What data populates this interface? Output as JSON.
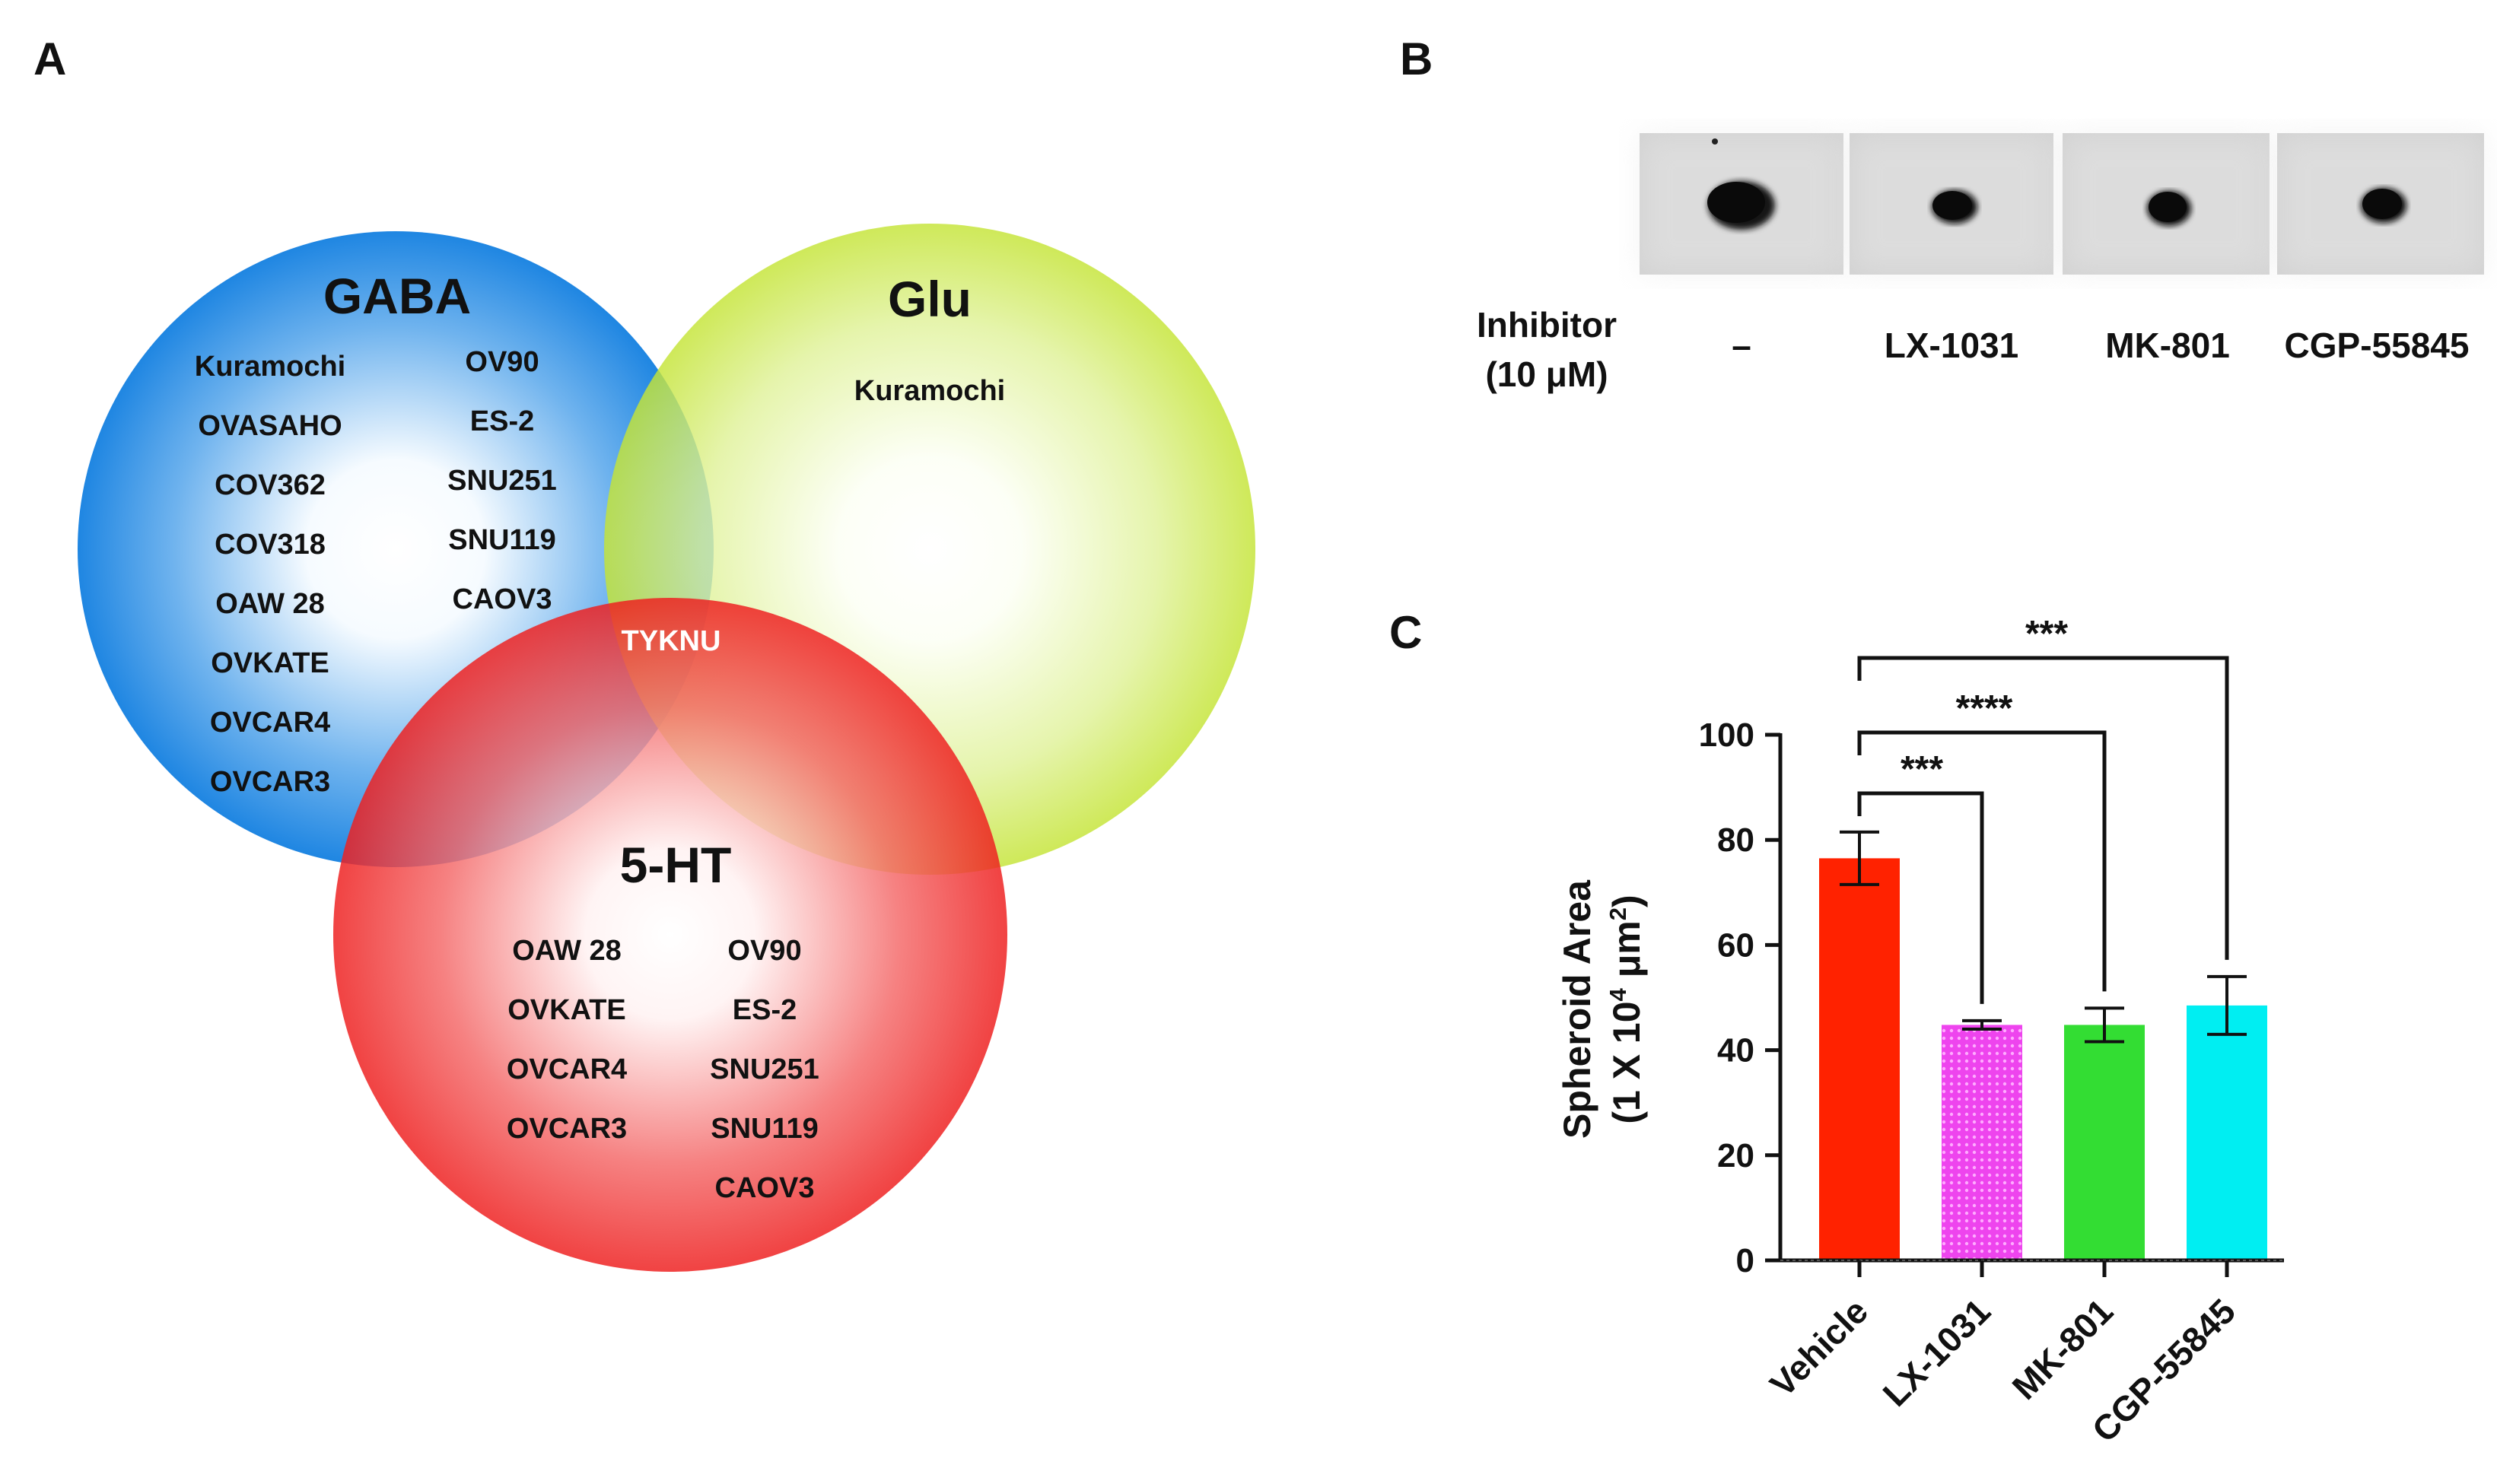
{
  "panels": {
    "a": "A",
    "b": "B",
    "c": "C"
  },
  "venn": {
    "sets": [
      {
        "key": "gaba",
        "name": "GABA",
        "color": "#2F8FE0"
      },
      {
        "key": "glu",
        "name": "Glu",
        "color": "#C8E63C"
      },
      {
        "key": "ht",
        "name": "5-HT",
        "color": "#EE2B2B"
      }
    ],
    "gaba_col1": [
      "Kuramochi",
      "OVASAHO",
      "COV362",
      "COV318",
      "OAW 28",
      "OVKATE",
      "OVCAR4",
      "OVCAR3"
    ],
    "gaba_col2": [
      "OV90",
      "ES-2",
      "SNU251",
      "SNU119",
      "CAOV3"
    ],
    "glu_items": [
      "Kuramochi"
    ],
    "intersection": "TYKNU",
    "ht_col1": [
      "OAW 28",
      "OVKATE",
      "OVCAR4",
      "OVCAR3"
    ],
    "ht_col2": [
      "OV90",
      "ES-2",
      "SNU251",
      "SNU119",
      "CAOV3"
    ]
  },
  "inhibitor": {
    "label_line1": "Inhibitor",
    "label_line2": "(10 μM)",
    "conditions": [
      "–",
      "LX-1031",
      "MK-801",
      "CGP-55845"
    ]
  },
  "chart_data": {
    "type": "bar",
    "categories": [
      "Vehicle",
      "LX-1031",
      "MK-801",
      "CGP-55845"
    ],
    "values": [
      76.5,
      44.8,
      44.8,
      48.5
    ],
    "errors": [
      5,
      0.8,
      3.2,
      5.5
    ],
    "colors": [
      "#FF2200",
      "#EE44EE",
      "#33DD33",
      "#00EEF2"
    ],
    "ylabel_line1": "Spheroid Area",
    "ylabel_prefix": "(1 X 10",
    "ylabel_exp1": "4",
    "ylabel_unit": " μm",
    "ylabel_exp2": "2",
    "ylabel_suffix": ")",
    "ylim": [
      0,
      100
    ],
    "yticks": [
      0,
      20,
      40,
      60,
      80,
      100
    ],
    "significance": [
      {
        "from": "Vehicle",
        "to": "LX-1031",
        "label": "***"
      },
      {
        "from": "Vehicle",
        "to": "MK-801",
        "label": "****"
      },
      {
        "from": "Vehicle",
        "to": "CGP-55845",
        "label": "***"
      }
    ]
  }
}
